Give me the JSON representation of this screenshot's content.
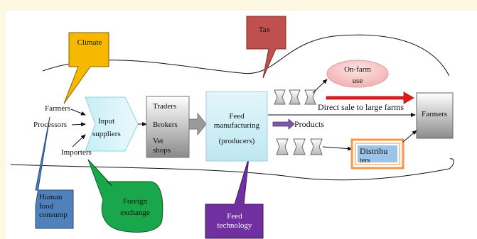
{
  "callouts": {
    "climate": "Climate",
    "tax": "Tax",
    "human_food": [
      "Human",
      "food",
      "consump"
    ],
    "foreign_exchange": [
      "Foreign",
      "exchange"
    ],
    "feed_technology": [
      "Feed",
      "technology"
    ]
  },
  "actors": {
    "farmers": "Farmers",
    "processors": "Processors",
    "importers": "Importers"
  },
  "input_suppliers": [
    "Input",
    "suppliers"
  ],
  "intermediaries": {
    "traders": "Traders",
    "brokers": "Brokers",
    "vet_shops": [
      "Vet",
      "shops"
    ]
  },
  "feed_manufacturing": [
    "Feed",
    "manufacturing",
    "(producers)"
  ],
  "on_farm_use": [
    "On-farm",
    "use"
  ],
  "direct_sale": "Direct sale to large farms",
  "products": "Products",
  "distributers": [
    "Distribu",
    "ters"
  ],
  "farmers_end": "Farmers",
  "colors": {
    "background": "#fdf8e2",
    "climate": "#f7b900",
    "tax": "#c0504d",
    "human_food": "#4f81bd",
    "foreign_exchange": "#1aa64a",
    "feed_technology": "#7030a0",
    "arrow_red": "#e31b1b",
    "arrow_purple": "#7d5aa6",
    "distributer_border": "#f79646",
    "distributer_fill": "#9dc3e6"
  }
}
